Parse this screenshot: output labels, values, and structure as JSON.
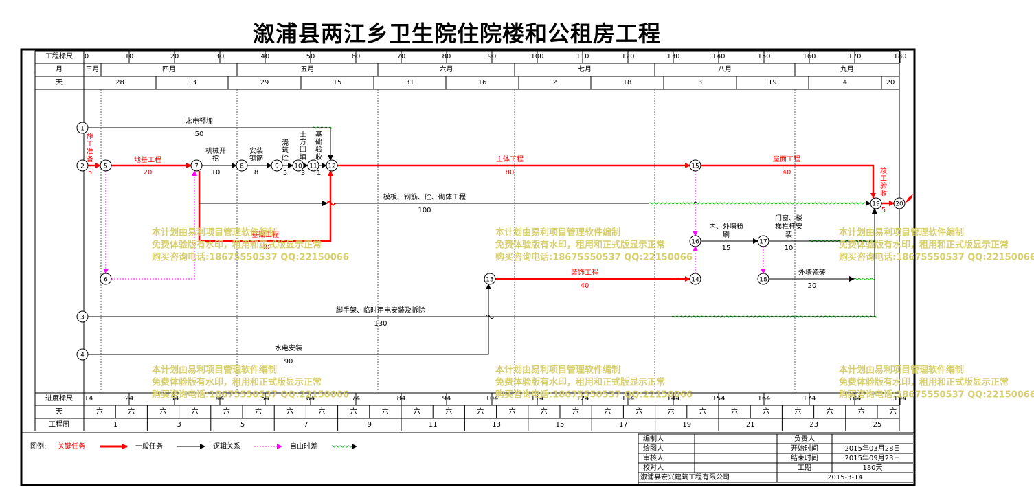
{
  "title": "溆浦县两江乡卫生院住院楼和公租房工程",
  "header": {
    "scale_label": "工程标尺",
    "month_label": "月",
    "day_label": "天",
    "scale_ticks": [
      "0",
      "10",
      "20",
      "30",
      "40",
      "50",
      "60",
      "70",
      "80",
      "90",
      "100",
      "110",
      "120",
      "130",
      "140",
      "150",
      "160",
      "170",
      "180"
    ],
    "months": [
      "三月",
      "四月",
      "五月",
      "六月",
      "七月",
      "八月",
      "九月"
    ],
    "days": [
      "28",
      "13",
      "29",
      "15",
      "31",
      "16",
      "2",
      "18",
      "3",
      "19",
      "4",
      "20"
    ]
  },
  "footer": {
    "progress_label": "进度标尺",
    "progress_ticks": [
      "14",
      "24",
      "34",
      "44",
      "54",
      "64",
      "74",
      "84",
      "94",
      "104",
      "114",
      "124",
      "134",
      "144",
      "154",
      "164",
      "174",
      "184",
      "194"
    ],
    "weekday_label": "天",
    "weekday_char": "六",
    "week_label": "工程周",
    "weeks": [
      "1",
      "3",
      "5",
      "7",
      "9",
      "11",
      "13",
      "15",
      "17",
      "19",
      "21",
      "23",
      "25"
    ]
  },
  "nodes": [
    {
      "id": "1"
    },
    {
      "id": "2"
    },
    {
      "id": "3"
    },
    {
      "id": "4"
    },
    {
      "id": "5"
    },
    {
      "id": "6"
    },
    {
      "id": "7"
    },
    {
      "id": "8"
    },
    {
      "id": "9"
    },
    {
      "id": "10"
    },
    {
      "id": "11"
    },
    {
      "id": "12"
    },
    {
      "id": "13"
    },
    {
      "id": "14"
    },
    {
      "id": "15"
    },
    {
      "id": "16"
    },
    {
      "id": "17"
    },
    {
      "id": "18"
    },
    {
      "id": "19"
    },
    {
      "id": "20"
    }
  ],
  "tasks": [
    {
      "from": "1",
      "to": "12",
      "name": "水电预埋",
      "duration": "50",
      "critical": false
    },
    {
      "from": "2",
      "to": "5",
      "name": "施工准备",
      "duration": "5",
      "critical": true
    },
    {
      "from": "5",
      "to": "7",
      "name": "地基工程",
      "duration": "20",
      "critical": true
    },
    {
      "from": "7",
      "to": "8",
      "name": "机械开挖",
      "duration": "10",
      "critical": false
    },
    {
      "from": "8",
      "to": "9",
      "name": "安装钢筋",
      "duration": "8",
      "critical": false
    },
    {
      "from": "9",
      "to": "10",
      "name": "浇筑砼",
      "duration": "5",
      "critical": false
    },
    {
      "from": "10",
      "to": "11",
      "name": "土方回填",
      "duration": "3",
      "critical": false
    },
    {
      "from": "11",
      "to": "12",
      "name": "基础验收",
      "duration": "1",
      "critical": false
    },
    {
      "from": "7",
      "to": "12",
      "name": "基础工程",
      "duration": "30",
      "critical": true
    },
    {
      "from": "12",
      "to": "15",
      "name": "主体工程",
      "duration": "80",
      "critical": true
    },
    {
      "from": "15",
      "to": "19",
      "name": "屋面工程",
      "duration": "40",
      "critical": true
    },
    {
      "from": "19",
      "to": "20",
      "name": "竣工验收",
      "duration": "5",
      "critical": true
    },
    {
      "from": "7",
      "to": "19",
      "name": "模板、钢筋、砼、砌体工程",
      "duration": "100",
      "critical": false
    },
    {
      "from": "16",
      "to": "17",
      "name": "内、外墙粉刷",
      "duration": "15",
      "critical": false
    },
    {
      "from": "17",
      "to": "19",
      "name": "门窗、楼梯栏杆安装",
      "duration": "10",
      "critical": false
    },
    {
      "from": "13",
      "to": "14",
      "name": "装饰工程",
      "duration": "40",
      "critical": true
    },
    {
      "from": "18",
      "to": "19",
      "name": "外墙瓷砖",
      "duration": "20",
      "critical": false
    },
    {
      "from": "3",
      "to": "19",
      "name": "脚手架、临时用电安装及拆除",
      "duration": "130",
      "critical": false
    },
    {
      "from": "4",
      "to": "13",
      "name": "水电安装",
      "duration": "90",
      "critical": false
    }
  ],
  "watermark": {
    "lines": [
      "本计划由易利项目管理软件编制",
      "免费体验版有水印，租用和正式版显示正常",
      "购买咨询电话:18675550537 QQ:22150066"
    ]
  },
  "legend": {
    "label": "图例:",
    "critical": "关键任务",
    "normal": "一般任务",
    "logic": "逻辑关系",
    "float": "自由时差"
  },
  "signoff": {
    "rows": [
      {
        "l1": "编制人",
        "v1": "",
        "l2": "负责人",
        "v2": ""
      },
      {
        "l1": "绘图人",
        "v1": "",
        "l2": "开始时间",
        "v2": "2015年03月28日"
      },
      {
        "l1": "审核人",
        "v1": "",
        "l2": "结束时间",
        "v2": "2015年09月23日"
      },
      {
        "l1": "校对人",
        "v1": "",
        "l2": "工期",
        "v2": "180天"
      }
    ],
    "company": "溆浦县宏兴建筑工程有限公司",
    "date": "2015-3-14"
  },
  "colors": {
    "critical": "#ff0000",
    "normal": "#000000",
    "logic": "#ff00ff",
    "float": "#00c000",
    "watermark": "#d8d070",
    "grid": "#000000"
  }
}
